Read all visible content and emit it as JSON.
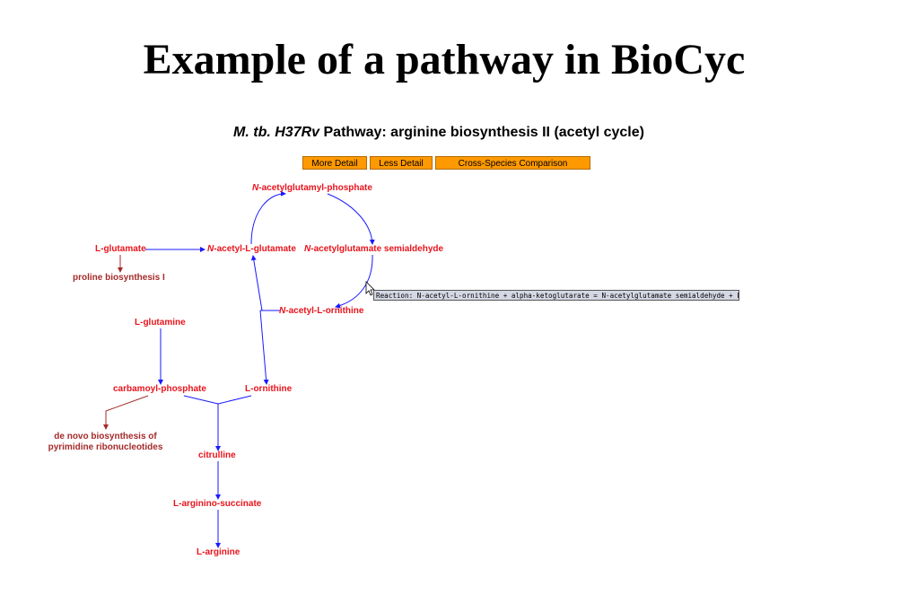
{
  "title": "Example of a pathway in BioCyc",
  "pathway_heading": {
    "organism": "M. tb. H37Rv",
    "text": " Pathway: arginine biosynthesis II (acetyl cycle)"
  },
  "buttons": {
    "more_detail": "More Detail",
    "less_detail": "Less Detail",
    "cross_species": "Cross-Species Comparison"
  },
  "nodes": {
    "acetylglutamyl_phosphate": {
      "prefix": "N",
      "text": "-acetylglutamyl-phosphate"
    },
    "l_glutamate": "L-glutamate",
    "acetyl_l_glutamate": {
      "prefix": "N",
      "text": "-acetyl-L-glutamate"
    },
    "acetylglutamate_semialdehyde": {
      "prefix": "N",
      "text": "-acetylglutamate semialdehyde"
    },
    "proline_biosynthesis": "proline biosynthesis I",
    "acetyl_l_ornithine": {
      "prefix": "N",
      "text": "-acetyl-L-ornithine"
    },
    "l_glutamine": "L-glutamine",
    "carbamoyl_phosphate": "carbamoyl-phosphate",
    "l_ornithine": "L-ornithine",
    "de_novo_line1": "de novo biosynthesis of",
    "de_novo_line2": "pyrimidine ribonucleotides",
    "citrulline": "citrulline",
    "l_arginino_succinate": "L-arginino-succinate",
    "l_arginine": "L-arginine"
  },
  "tooltip": "Reaction: N-acetyl-L-ornithine + alpha-ketoglutarate = N-acetylglutamate semialdehyde + L-glutamate",
  "colors": {
    "compound": "#e8141c",
    "link_pathway": "#a52a2a",
    "reaction_arrow": "#1a1aff",
    "link_arrow": "#a52a2a",
    "button": "#ff9900"
  }
}
